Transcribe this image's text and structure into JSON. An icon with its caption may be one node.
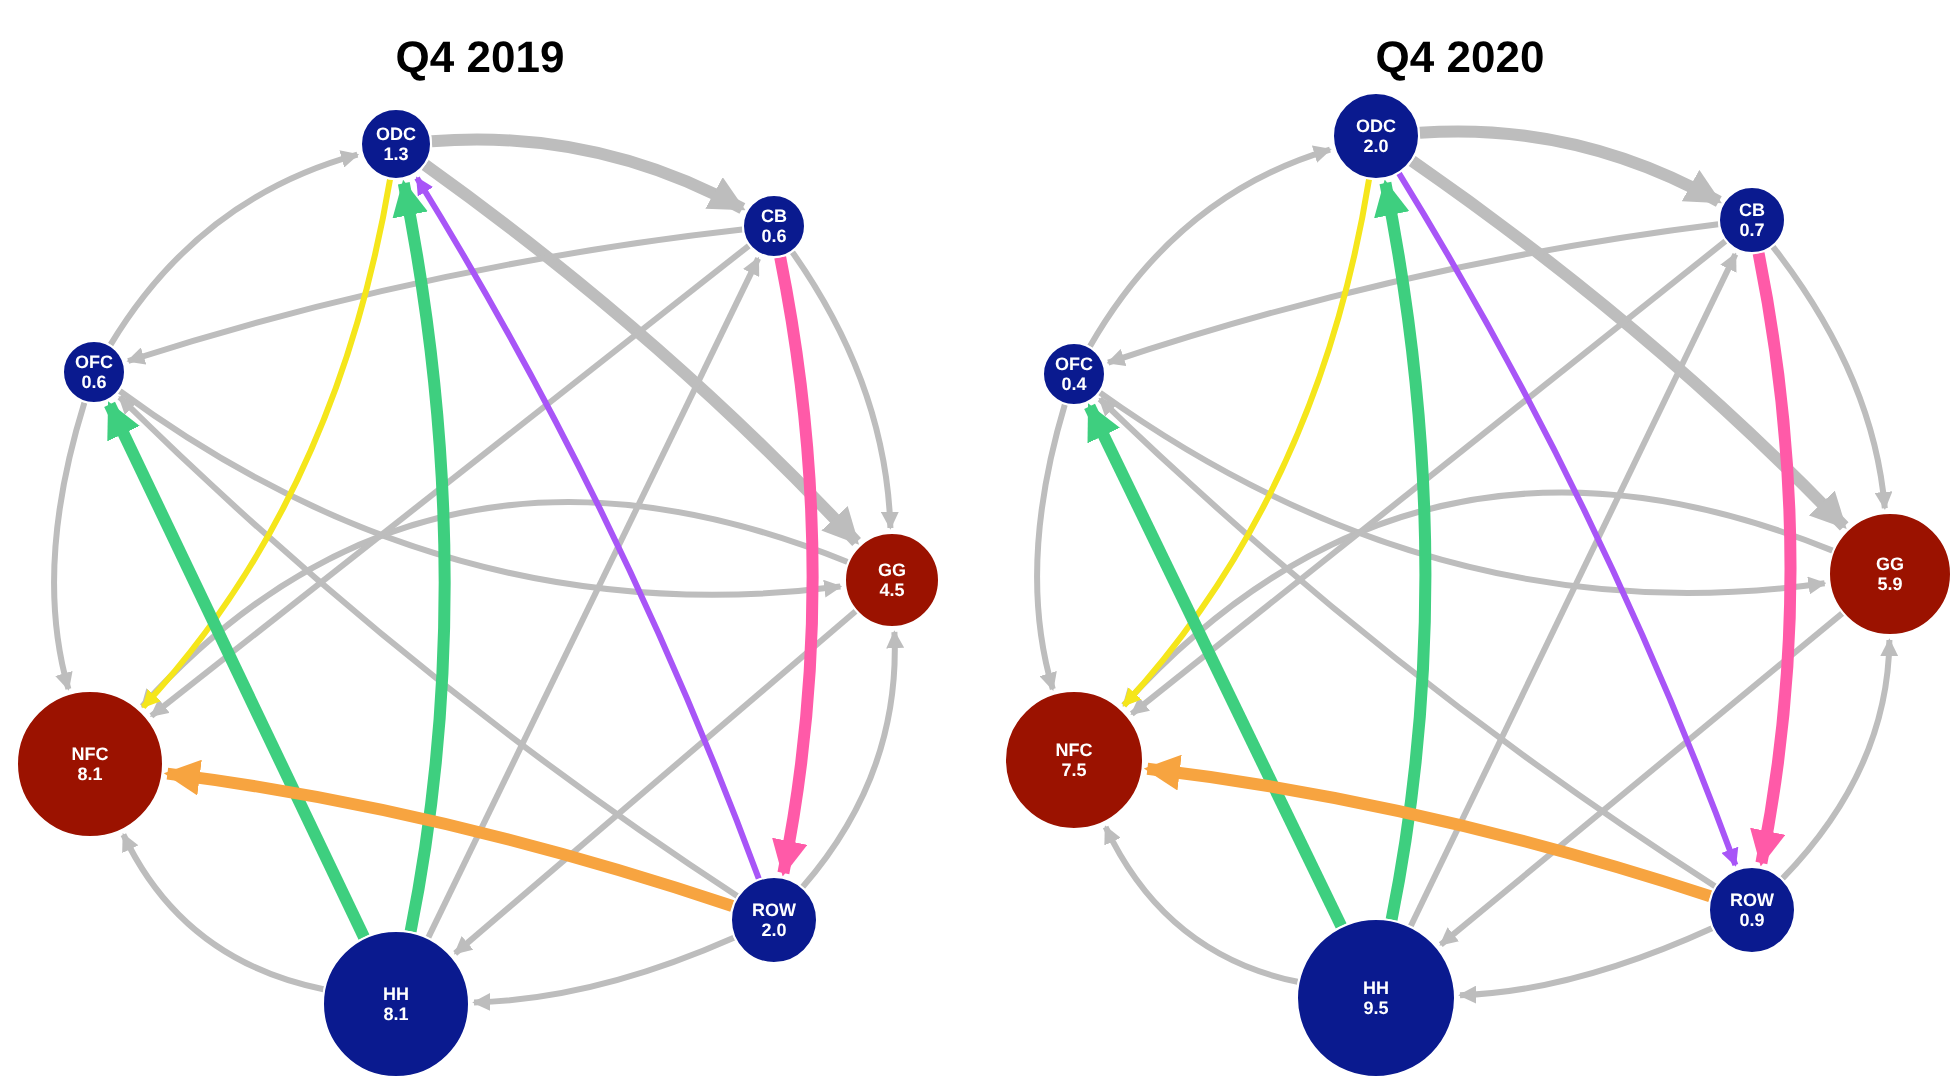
{
  "diagram": {
    "nodes": [
      {
        "text": [
          "ODC",
          "1.3"
        ]
      },
      {
        "text": [
          "CB",
          "0.6"
        ]
      },
      {
        "text": [
          "OFC",
          "0.6"
        ]
      },
      {
        "text": [
          "GG",
          "4.5"
        ]
      },
      {
        "text": [
          "NFC",
          "8.1"
        ]
      },
      {
        "text": [
          "ROW",
          "2.0"
        ]
      },
      {
        "text": [
          "HH",
          "8.1"
        ]
      },
      {
        "text": [
          "ODC",
          "2.0"
        ]
      },
      {
        "text": [
          "CB",
          "0.7"
        ]
      },
      {
        "text": [
          "OFC",
          "0.4"
        ]
      },
      {
        "text": [
          "GG",
          "5.9"
        ]
      },
      {
        "text": [
          "NFC",
          "7.5"
        ]
      },
      {
        "text": [
          "ROW",
          "0.9"
        ]
      },
      {
        "text": [
          "HH",
          "9.5"
        ]
      }
    ],
    "edges": [
      {
        "from": 0,
        "to": 1,
        "arrow": "to",
        "style": "thick"
      },
      {
        "from": 2,
        "to": 0,
        "arrow": "to"
      },
      {
        "from": 2,
        "to": 4,
        "arrow": "to"
      },
      {
        "from": 6,
        "to": 4,
        "arrow": "to"
      },
      {
        "from": 5,
        "to": 6,
        "arrow": "to"
      },
      {
        "from": 5,
        "to": 3,
        "arrow": "to"
      },
      {
        "from": 1,
        "to": 3,
        "arrow": "to"
      },
      {
        "from": 0,
        "to": 3,
        "arrow": "to",
        "style": "thick"
      },
      {
        "from": 1,
        "to": 2,
        "arrow": "to"
      },
      {
        "from": 5,
        "to": 2,
        "arrow": "to"
      },
      {
        "from": 2,
        "to": 3,
        "arrow": "to"
      },
      {
        "from": 3,
        "to": 4,
        "arrow": "to"
      },
      {
        "from": 1,
        "to": 4,
        "arrow": "to"
      },
      {
        "from": 6,
        "to": 1,
        "arrow": "to"
      },
      {
        "from": 3,
        "to": 6,
        "arrow": "to"
      },
      {
        "from": 0,
        "to": 4,
        "arrow": "to",
        "color": "#f5e61b"
      },
      {
        "from": 6,
        "to": 2,
        "arrow": "to",
        "style": "thick",
        "color": "#3ecf7f"
      },
      {
        "from": 6,
        "to": 0,
        "arrow": "to",
        "style": "thick",
        "color": "#3ecf7f"
      },
      {
        "from": 5,
        "to": 0,
        "arrow": "to",
        "color": "#a855f7"
      },
      {
        "from": 1,
        "to": 5,
        "arrow": "to",
        "style": "thick",
        "color": "#ff5aa8"
      },
      {
        "from": 5,
        "to": 4,
        "arrow": "to",
        "style": "thick",
        "color": "#f7a440"
      },
      {
        "from": 7,
        "to": 8,
        "arrow": "to",
        "style": "thick"
      },
      {
        "from": 9,
        "to": 7,
        "arrow": "to"
      },
      {
        "from": 9,
        "to": 11,
        "arrow": "to"
      },
      {
        "from": 13,
        "to": 11,
        "arrow": "to"
      },
      {
        "from": 12,
        "to": 13,
        "arrow": "to"
      },
      {
        "from": 12,
        "to": 10,
        "arrow": "to"
      },
      {
        "from": 8,
        "to": 10,
        "arrow": "to"
      },
      {
        "from": 7,
        "to": 10,
        "arrow": "to",
        "style": "thick"
      },
      {
        "from": 8,
        "to": 9,
        "arrow": "to"
      },
      {
        "from": 12,
        "to": 9,
        "arrow": "to"
      },
      {
        "from": 9,
        "to": 10,
        "arrow": "to"
      },
      {
        "from": 10,
        "to": 11,
        "arrow": "to"
      },
      {
        "from": 8,
        "to": 11,
        "arrow": "to"
      },
      {
        "from": 13,
        "to": 8,
        "arrow": "to"
      },
      {
        "from": 10,
        "to": 13,
        "arrow": "to"
      },
      {
        "from": 7,
        "to": 11,
        "arrow": "to",
        "color": "#f5e61b"
      },
      {
        "from": 13,
        "to": 9,
        "arrow": "to",
        "style": "thick",
        "color": "#3ecf7f"
      },
      {
        "from": 13,
        "to": 7,
        "arrow": "to",
        "style": "thick",
        "color": "#3ecf7f"
      },
      {
        "from": 7,
        "to": 12,
        "arrow": "to",
        "color": "#a855f7"
      },
      {
        "from": 8,
        "to": 12,
        "arrow": "to",
        "style": "thick",
        "color": "#ff5aa8"
      },
      {
        "from": 12,
        "to": 11,
        "arrow": "to",
        "style": "thick",
        "color": "#f7a440"
      }
    ],
    "labels": [
      "Q4 2019",
      "Q4 2020"
    ]
  }
}
